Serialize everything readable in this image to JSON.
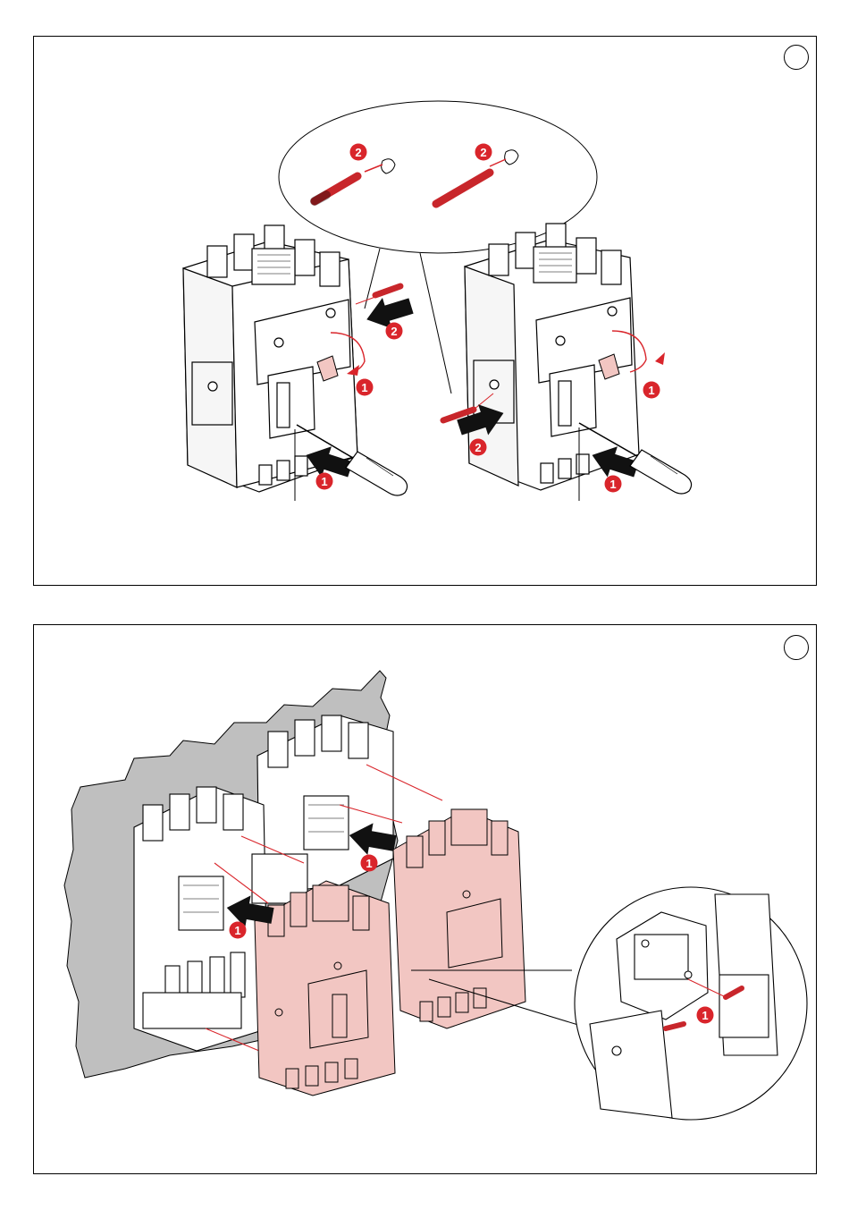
{
  "figure1": {
    "step_labels": {
      "one": "1",
      "two": "2"
    },
    "colors": {
      "accent": "#d9252b",
      "outline": "#000000",
      "pin": "#c8262b"
    }
  },
  "figure2": {
    "step_labels": {
      "one": "1"
    },
    "colors": {
      "accent": "#d9252b",
      "wall": "#bfbfbf",
      "highlight": "#f2c6c2",
      "outline": "#000000"
    }
  }
}
